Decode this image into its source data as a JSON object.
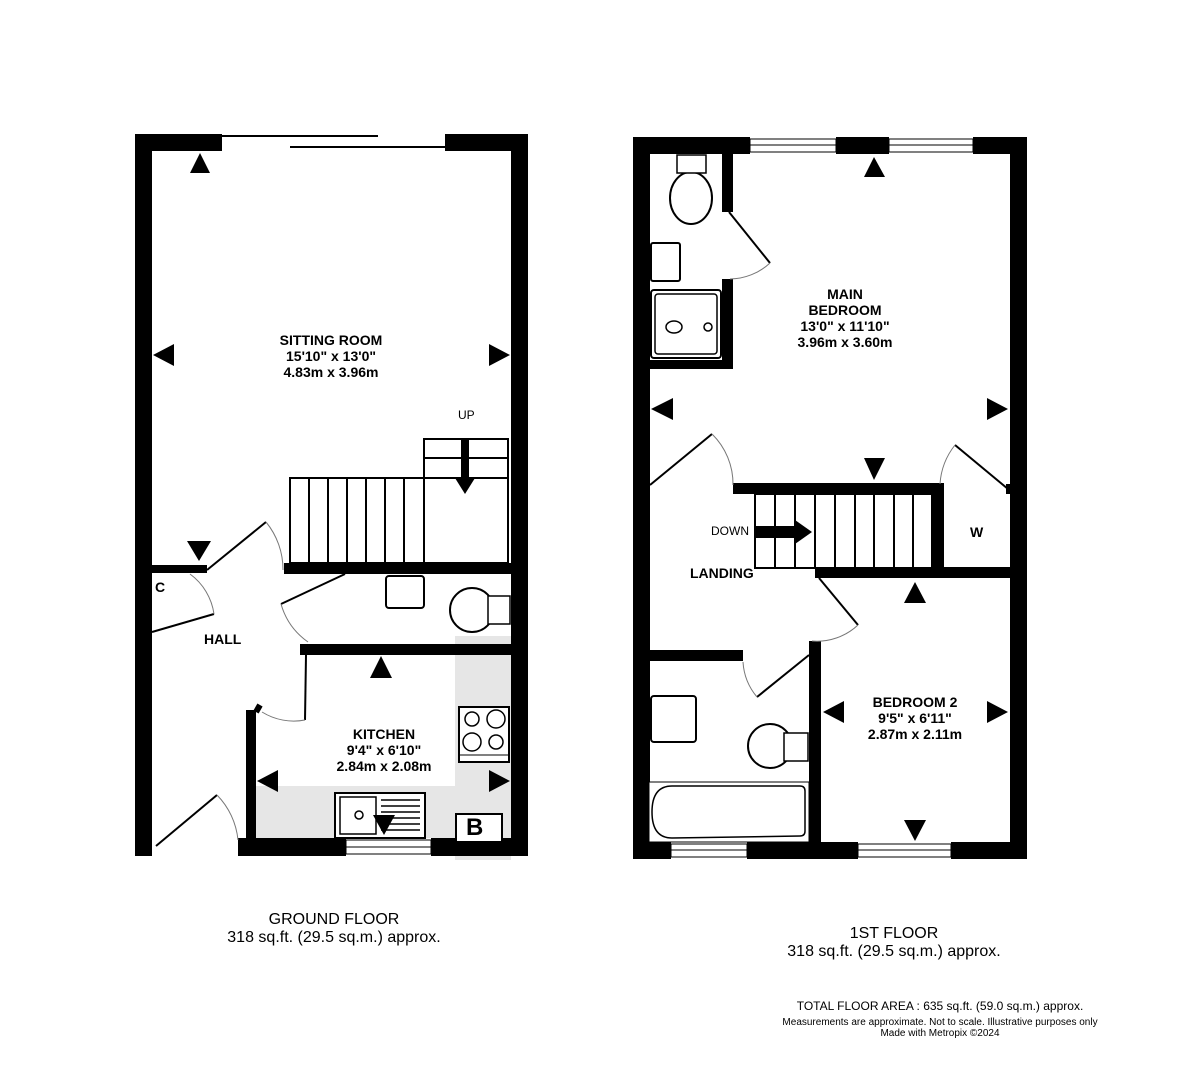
{
  "ground_floor": {
    "caption_title": "GROUND FLOOR",
    "caption_area": "318 sq.ft. (29.5 sq.m.) approx.",
    "rooms": {
      "sitting_room": {
        "name": "SITTING ROOM",
        "imperial": "15'10\"  x 13'0\"",
        "metric": "4.83m  x 3.96m"
      },
      "kitchen": {
        "name": "KITCHEN",
        "imperial": "9'4\"  x 6'10\"",
        "metric": "2.84m  x 2.08m"
      },
      "hall": {
        "name": "HALL"
      },
      "cupboard": {
        "name": "C"
      }
    },
    "stairs_label": "UP",
    "boiler_label": "B"
  },
  "first_floor": {
    "caption_title": "1ST FLOOR",
    "caption_area": "318 sq.ft. (29.5 sq.m.) approx.",
    "rooms": {
      "main_bedroom": {
        "name_line1": "MAIN",
        "name_line2": "BEDROOM",
        "imperial": "13'0\"  x 11'10\"",
        "metric": "3.96m  x 3.60m"
      },
      "bedroom_2": {
        "name": "BEDROOM 2",
        "imperial": "9'5\"  x 6'11\"",
        "metric": "2.87m  x 2.11m"
      },
      "landing": {
        "name": "LANDING"
      },
      "wardrobe": {
        "name": "W"
      }
    },
    "stairs_label": "DOWN"
  },
  "footer": {
    "total_area": "TOTAL FLOOR AREA : 635 sq.ft. (59.0 sq.m.) approx.",
    "disclaimer": "Measurements are approximate.  Not to scale.  Illustrative purposes only",
    "credit": "Made with Metropix ©2024"
  },
  "colors": {
    "wall": "#000000",
    "kitchen_worktop": "#e6e6e6",
    "background": "#ffffff"
  }
}
